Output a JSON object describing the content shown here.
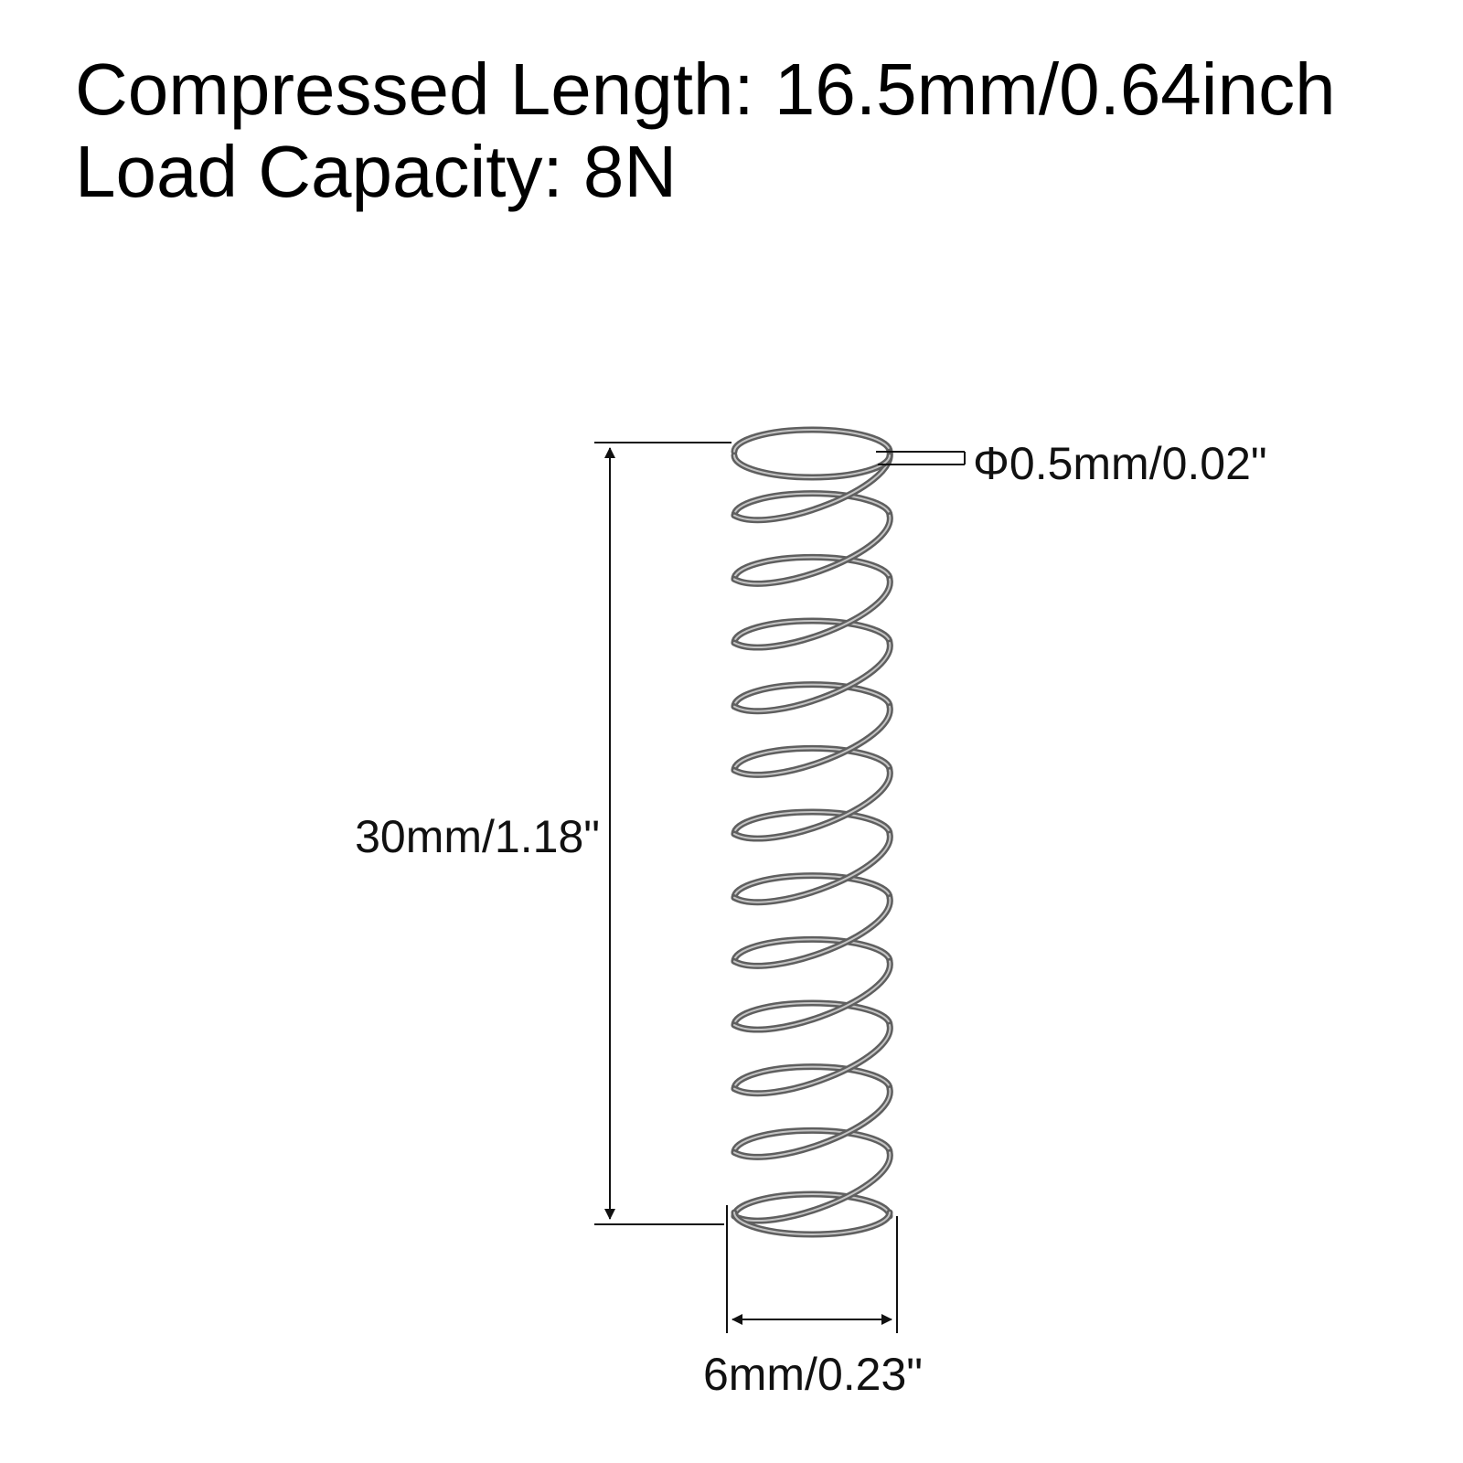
{
  "specs": {
    "compressed_length": "Compressed Length: 16.5mm/0.64inch",
    "load_capacity": "Load Capacity: 8N"
  },
  "dimensions": {
    "wire_diameter": "Φ0.5mm/0.02\"",
    "free_length": "30mm/1.18\"",
    "outer_diameter": "6mm/0.23\""
  },
  "colors": {
    "spring_wire": "#5f5f5f",
    "spring_highlight": "#c4c4c4",
    "dimension_line": "#111111",
    "background": "#ffffff"
  }
}
